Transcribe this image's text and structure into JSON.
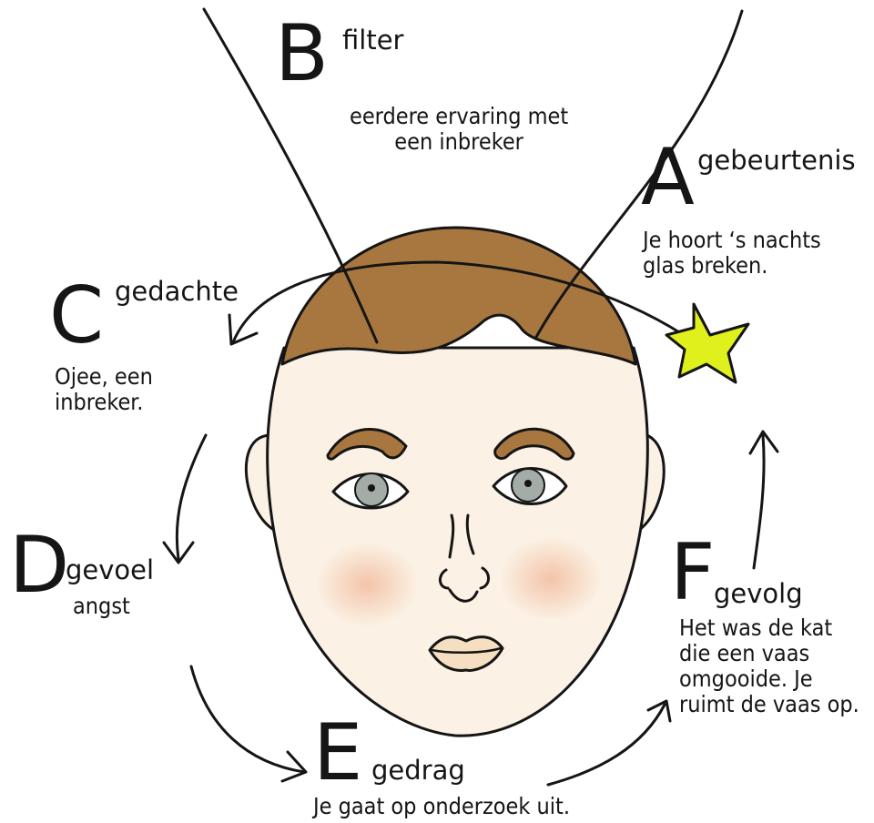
{
  "steps": {
    "a": {
      "letter": "A",
      "label": "gebeurtenis",
      "text": "Je hoort ‘s nachts\nglas breken."
    },
    "b": {
      "letter": "B",
      "label": "filter",
      "text": "eerdere ervaring met\neen inbreker"
    },
    "c": {
      "letter": "C",
      "label": "gedachte",
      "text": "Ojee, een\ninbreker."
    },
    "d": {
      "letter": "D",
      "label": "gevoel",
      "text": "angst"
    },
    "e": {
      "letter": "E",
      "label": "gedrag",
      "text": "Je gaat op onderzoek uit."
    },
    "f": {
      "letter": "F",
      "label": "gevolg",
      "text": "Het was de kat\ndie een vaas\nomgooide. Je\nruimt de vaas op."
    }
  },
  "colors": {
    "hair": "#a8773f",
    "skin": "#fbf1e4",
    "eyebrow": "#a8773f",
    "iris": "#a3aca6",
    "lips": "#f5dfc0",
    "cheek": "#f4c9b0",
    "star": "#dff01d",
    "line": "#151515"
  },
  "icons": [
    "head-illustration",
    "star-icon",
    "arrow-icon"
  ]
}
